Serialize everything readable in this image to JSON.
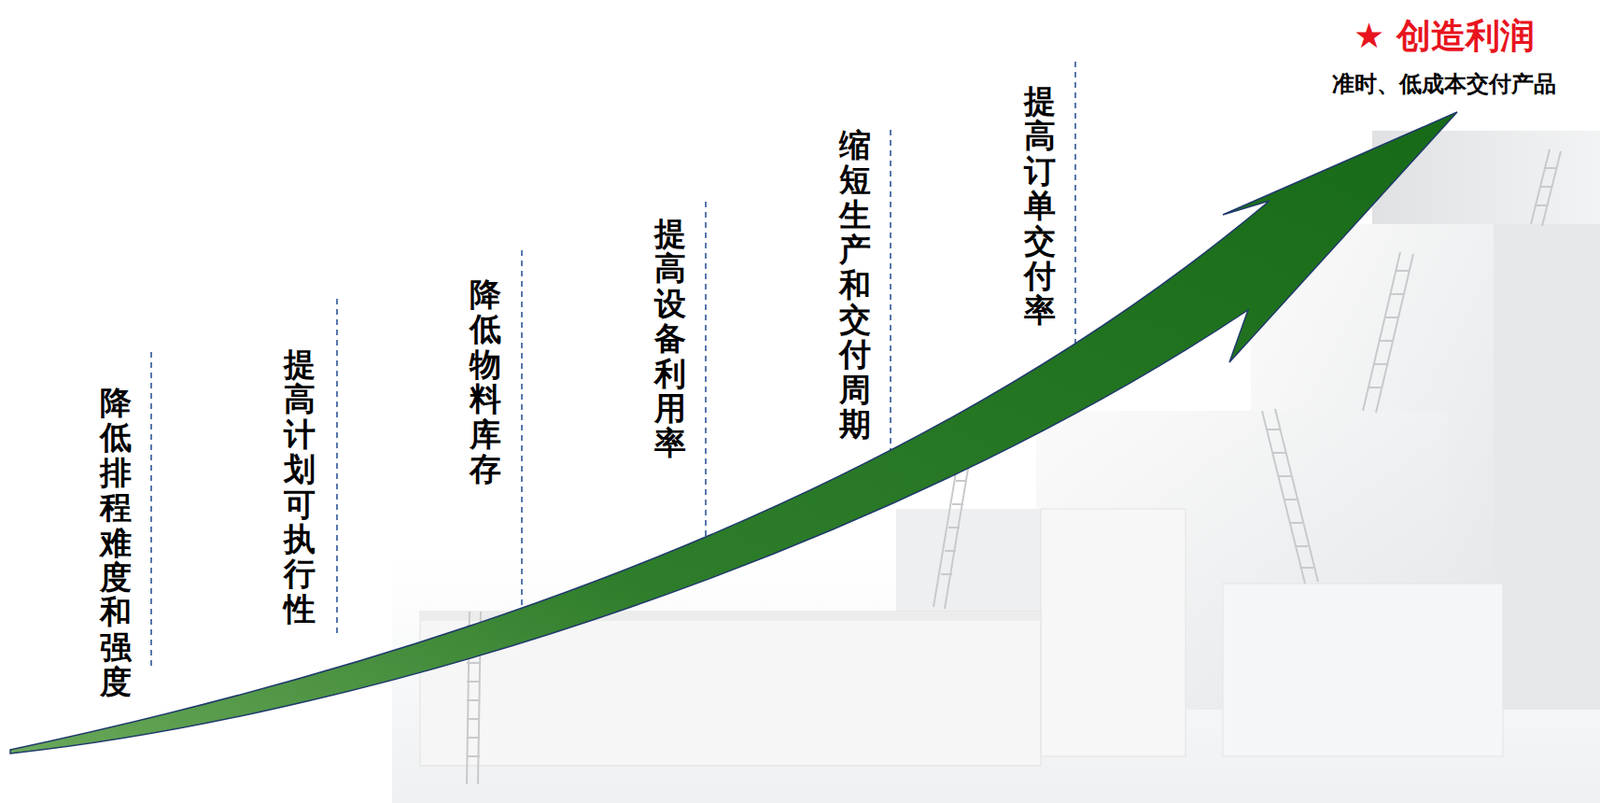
{
  "diagram": {
    "labels": [
      "降低排程难度和强度",
      "提高计划可执行性",
      "降低物料库存",
      "提高设备利用率",
      "缩短生产和交付周期",
      "提高订单交付率",
      "★ 创造利润",
      "准时、低成本交付产品"
    ]
  }
}
